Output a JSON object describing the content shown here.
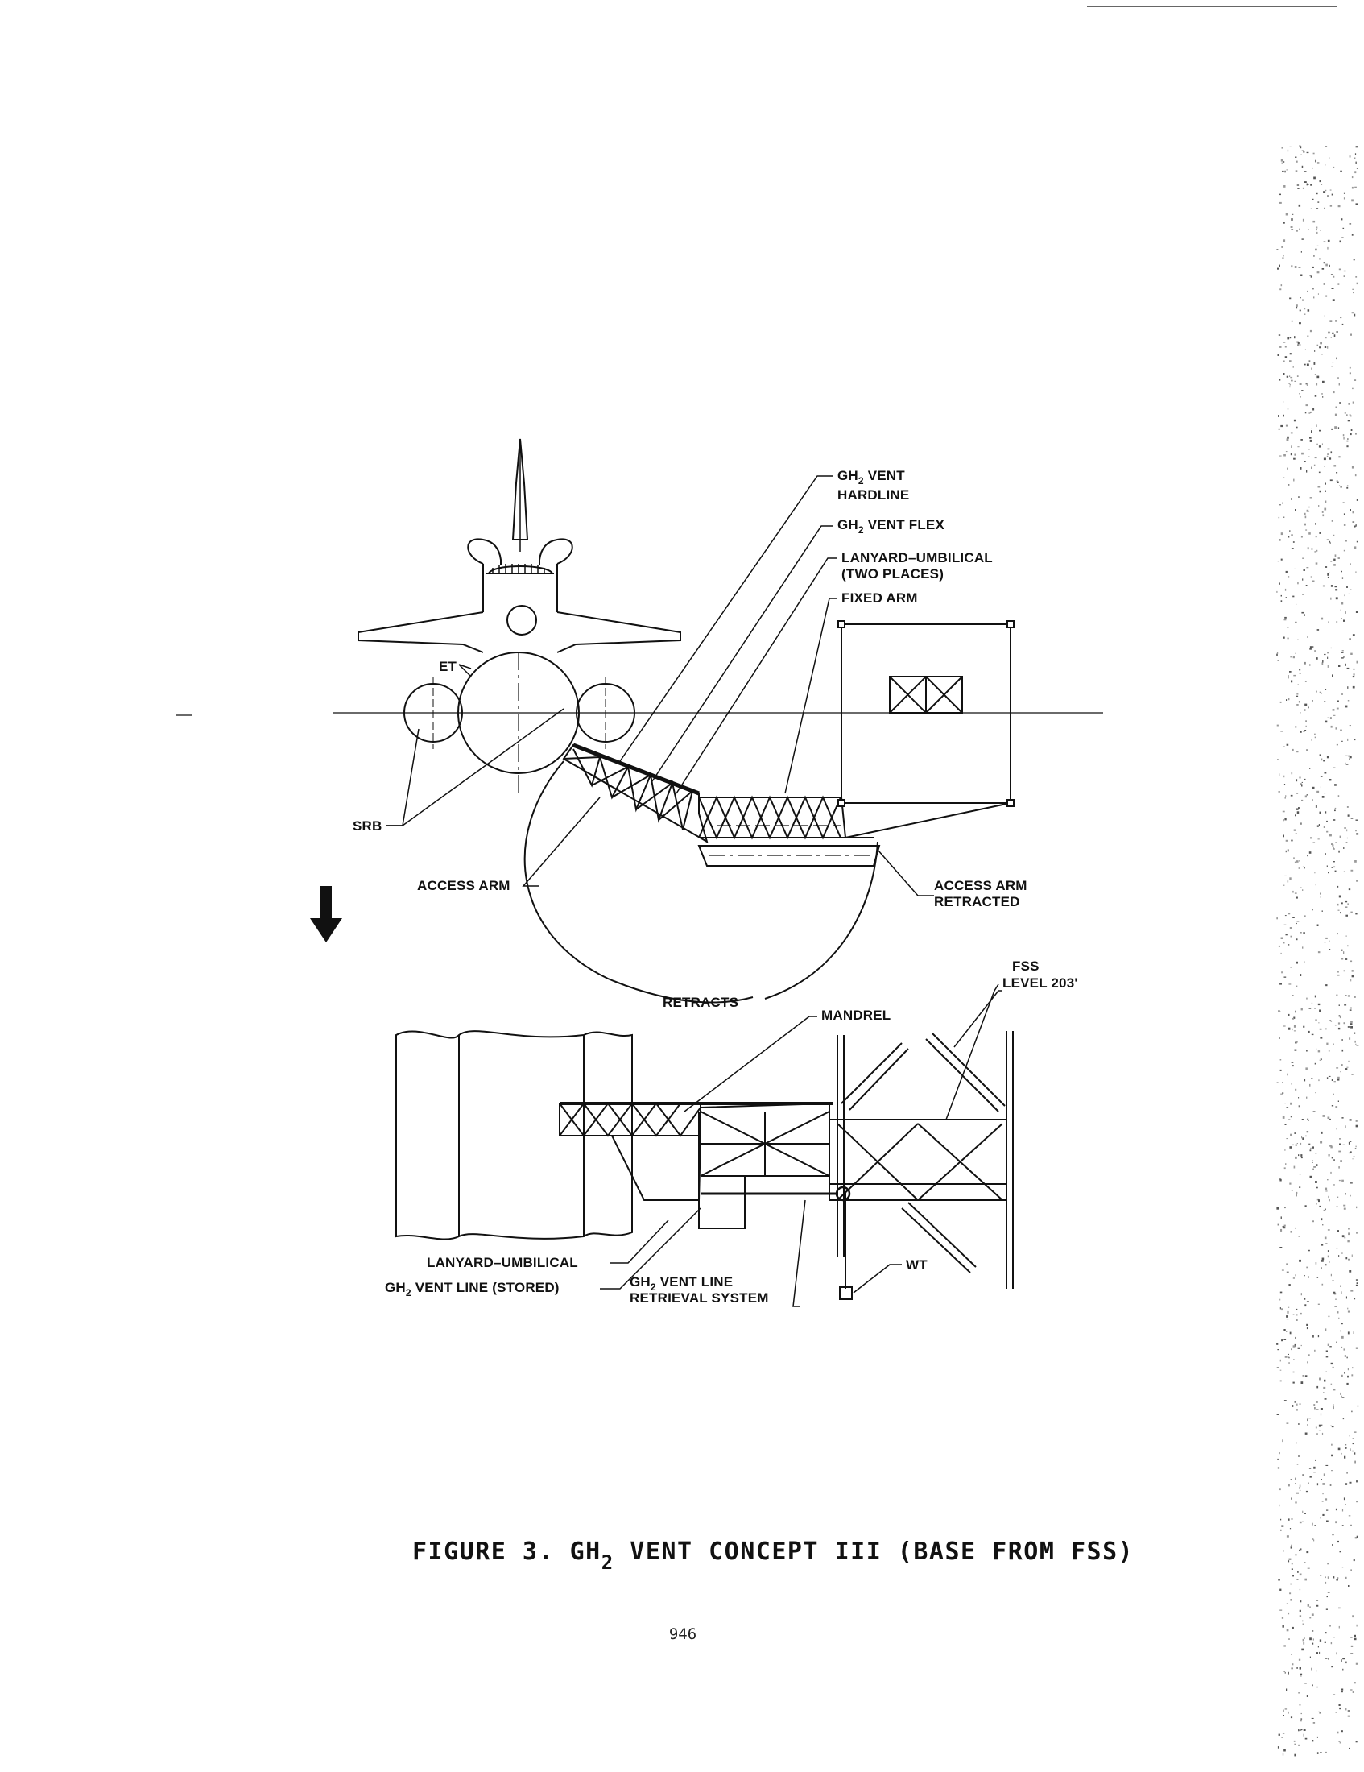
{
  "labels": {
    "gh2_vent_hardline": [
      "GH",
      "2",
      " VENT",
      "HARDLINE"
    ],
    "gh2_vent_flex": [
      "GH",
      "2",
      " VENT FLEX"
    ],
    "lanyard_umbilical_top": [
      "LANYARD–UMBILICAL",
      "(TWO PLACES)"
    ],
    "fixed_arm": "FIXED ARM",
    "et": "ET",
    "srb": "SRB",
    "access_arm": "ACCESS ARM",
    "access_arm_retracted": [
      "ACCESS ARM",
      "RETRACTED"
    ],
    "retracts": "RETRACTS",
    "fss_level": [
      "FSS",
      "LEVEL 203'"
    ],
    "mandrel": "MANDREL",
    "lanyard_umbilical_bottom": "LANYARD–UMBILICAL",
    "gh2_vent_line_stored": [
      "GH",
      "2",
      " VENT LINE (STORED)"
    ],
    "gh2_vent_line_retrieval": [
      "GH",
      "2",
      " VENT LINE",
      "RETRIEVAL SYSTEM"
    ],
    "wt": "WT"
  },
  "caption": {
    "prefix": "FIGURE 3. GH",
    "subscript": "2",
    "suffix": " VENT CONCEPT III (BASE FROM FSS)"
  },
  "page_number": "946"
}
